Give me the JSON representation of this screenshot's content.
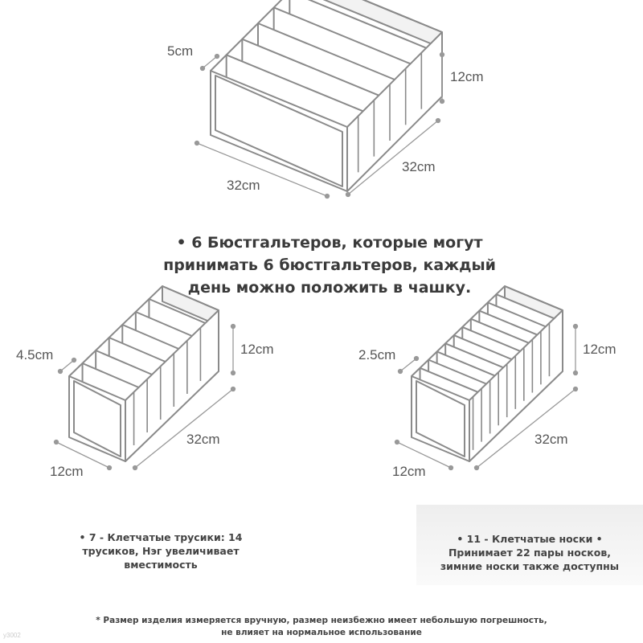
{
  "top_box": {
    "dim_depth_slot": "5cm",
    "dim_height": "12cm",
    "dim_width": "32cm",
    "dim_length": "32cm",
    "compartments": 6
  },
  "left_box": {
    "dim_depth_slot": "4.5cm",
    "dim_height": "12cm",
    "dim_length": "32cm",
    "dim_width": "12cm",
    "compartments": 7
  },
  "right_box": {
    "dim_depth_slot": "2.5cm",
    "dim_height": "12cm",
    "dim_length": "32cm",
    "dim_width": "12cm",
    "compartments": 11
  },
  "captions": {
    "main": [
      "• 6 Бюстгальтеров, которые могут",
      "принимать 6 бюстгальтеров, каждый",
      "день можно положить в чашку."
    ],
    "left": [
      "• 7 - Клетчатые трусики: 14",
      "трусиков, Нэг увеличивает",
      "вместимость"
    ],
    "right": [
      "• 11 - Клетчатые носки •",
      "Принимает 22 пары носков,",
      "зимние носки также доступны"
    ]
  },
  "footnote": [
    "* Размер изделия измеряется вручную, размер неизбежно имеет небольшую погрешность,",
    "не влияет на нормальное использование"
  ],
  "watermark": "y3002",
  "colors": {
    "outline": "#8a8a8a",
    "box_fill": "#ffffff",
    "slot_fill": "#f2f2f2",
    "dim_line": "#999999"
  }
}
